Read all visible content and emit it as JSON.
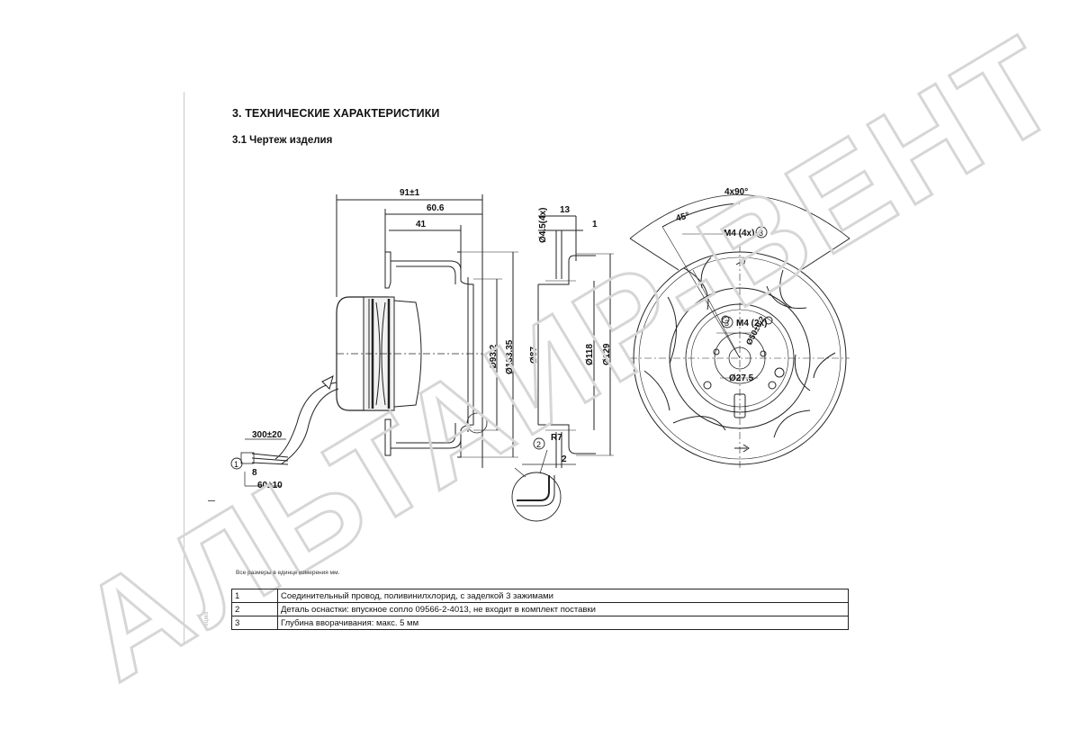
{
  "heading": "3. ТЕХНИЧЕСКИЕ ХАРАКТЕРИСТИКИ",
  "subheading": "3.1 Чертеж изделия",
  "units_note": "Все размеры в единце измерения мм.",
  "margin_text": "эцма",
  "watermark": "АЛЬТАИР-ВЕНТ",
  "drawing": {
    "dim_total_width": "91±1",
    "dim_60_6": "60.6",
    "dim_41": "41",
    "dim_13": "13",
    "dim_1": "1",
    "dim_hole": "Ø4.5(4x)",
    "dim_angle_total": "4x90°",
    "dim_angle_45": "45°",
    "thread_m4_4x": "M4 (4x)",
    "thread_m4_2x": "M4 (2x)",
    "d_93_2": "Ø93.2",
    "d_133_35": "Ø133.35",
    "d_87": "Ø87",
    "d_118": "Ø118",
    "d_129": "Ø129",
    "d_27_5": "Ø27.5",
    "d_50": "Ø50±0.2",
    "radius_r7": "R7",
    "dim_2": "2",
    "cable_300": "300±20",
    "cable_60": "60±10",
    "cable_8": "8",
    "marker_1": "1",
    "marker_2": "2",
    "marker_3": "3"
  },
  "legend_rows": [
    {
      "num": "1",
      "text": "Соединительный провод, поливинилхлорид, с заделкой 3 зажимами"
    },
    {
      "num": "2",
      "text": "Деталь оснастки: впускное сопло 09566-2-4013, не входит в комплект поставки"
    },
    {
      "num": "3",
      "text": "Глубина вворачивания: макс. 5 мм"
    }
  ]
}
